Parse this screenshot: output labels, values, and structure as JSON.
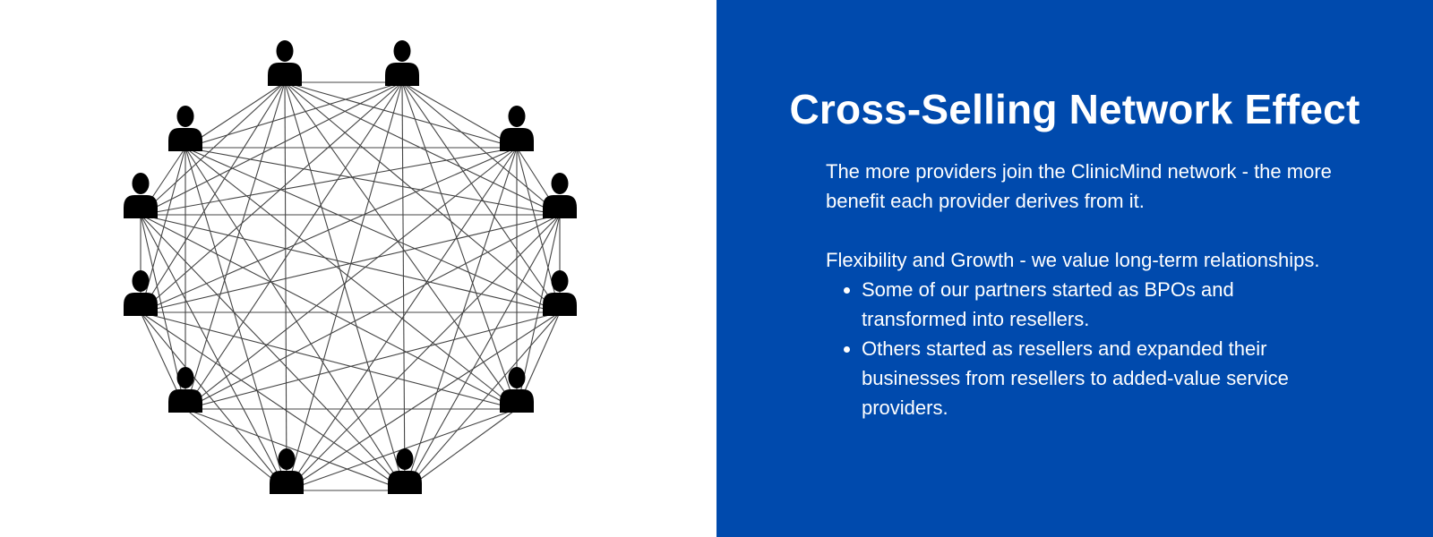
{
  "slide": {
    "background_color": "#004aad",
    "title": "Cross-Selling Network Effect",
    "paragraph_1": "The more providers join the ClinicMind network - the more benefit each provider derives from it.",
    "paragraph_2": "Flexibility and Growth - we value long-term relationships.",
    "bullets": [
      "Some of our partners started as BPOs and transformed into resellers.",
      "Others started as resellers and expanded their businesses from resellers to added-value service providers."
    ]
  },
  "network": {
    "node_icon": "person-icon",
    "node_count": 12,
    "edge_style": "fully-connected",
    "edge_color": "#444444",
    "node_color": "#000000"
  }
}
